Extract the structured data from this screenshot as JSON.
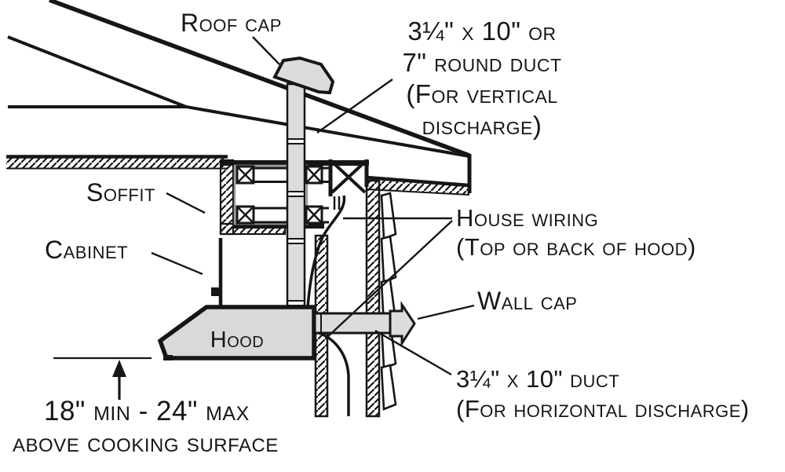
{
  "colors": {
    "line": "#161616",
    "metal": "#dcdcdc",
    "hood_fill": "#d9d9d9",
    "background": "#ffffff"
  },
  "labels": {
    "roof_cap": "Roof cap",
    "vertical_duct": {
      "line1": "3¼\" x 10\" or",
      "line2": "7\" round duct",
      "line3": "(For vertical",
      "line4": "discharge)"
    },
    "soffit": "Soffit",
    "cabinet": "Cabinet",
    "house_wiring": {
      "line1": "House wiring",
      "line2": "(Top or back of hood)"
    },
    "wall_cap": "Wall cap",
    "hood": "Hood",
    "horizontal_duct": {
      "line1": "3¼\" x 10\" duct",
      "line2": "(For horizontal discharge)"
    },
    "clearance": {
      "line1": "18\" min - 24\" max",
      "line2": "above cooking surface"
    }
  }
}
